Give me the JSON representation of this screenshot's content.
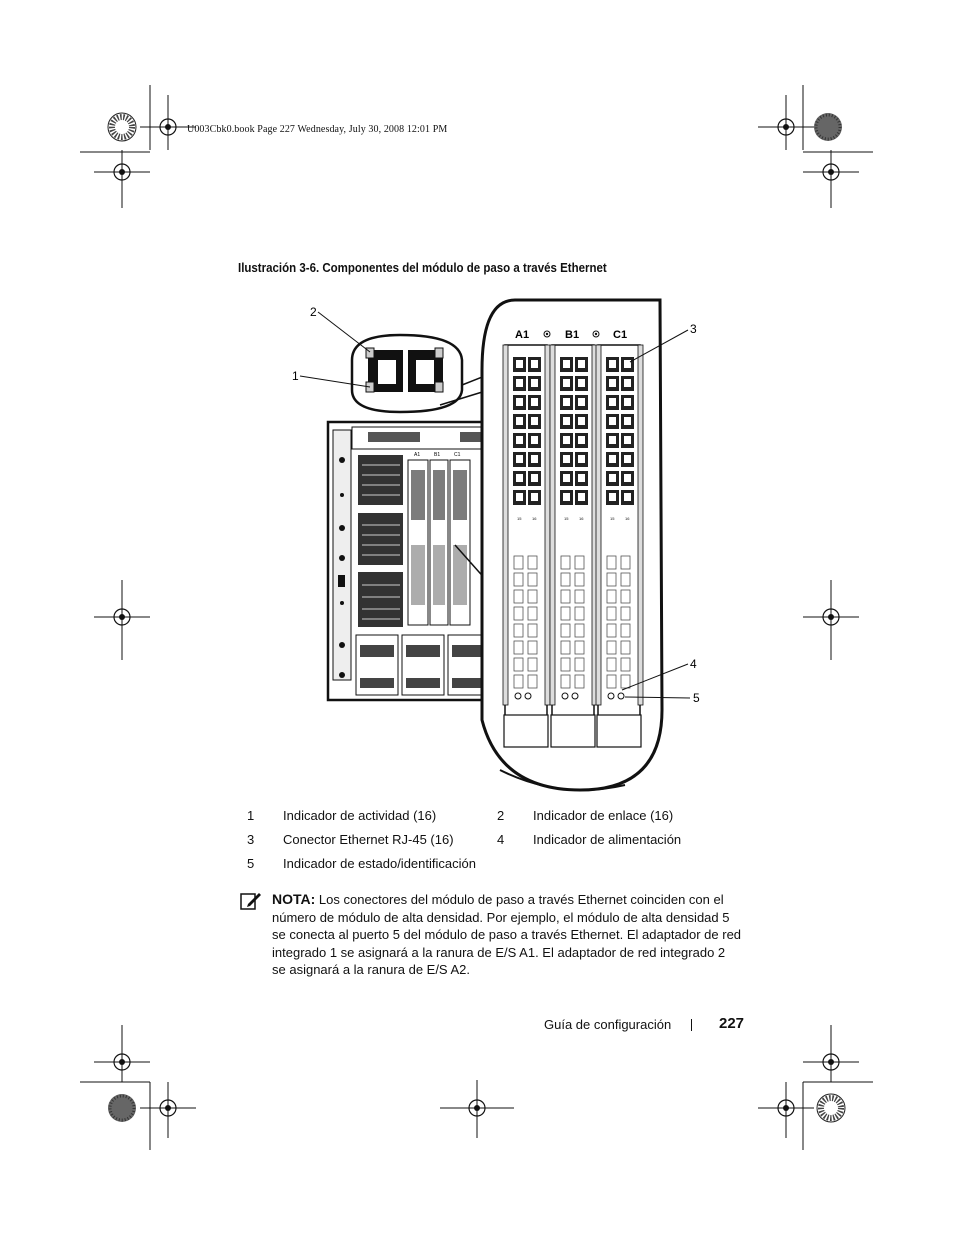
{
  "header": {
    "file_line": "U003Cbk0.book  Page 227  Wednesday, July 30, 2008  12:01 PM"
  },
  "figure": {
    "caption": "Ilustración 3-6.   Componentes del módulo de paso a través Ethernet",
    "callouts": [
      "1",
      "2",
      "3",
      "4",
      "5"
    ],
    "slot_labels": [
      "A1",
      "B1",
      "C1"
    ],
    "small_slot_labels": [
      "A1",
      "B1",
      "C1"
    ],
    "port_labels": [
      "15",
      "16"
    ]
  },
  "legend": [
    {
      "num1": "1",
      "text1": "Indicador de actividad (16)",
      "num2": "2",
      "text2": "Indicador de enlace (16)"
    },
    {
      "num1": "3",
      "text1": "Conector Ethernet RJ-45 (16)",
      "num2": "4",
      "text2": "Indicador de alimentación"
    },
    {
      "num1": "5",
      "text1": "Indicador de estado/identificación",
      "num2": "",
      "text2": ""
    }
  ],
  "note": {
    "label": "NOTA:",
    "text": "Los conectores del módulo de paso a través Ethernet coinciden con el número de módulo de alta densidad. Por ejemplo, el módulo de alta densidad 5 se conecta al puerto 5 del módulo de paso a través Ethernet. El adaptador de red integrado 1 se asignará a la ranura de E/S A1. El adaptador de red integrado 2 se asignará a la ranura de E/S A2.",
    "icon": "pencil-note-icon"
  },
  "footer": {
    "section": "Guía de configuración",
    "page": "227"
  }
}
